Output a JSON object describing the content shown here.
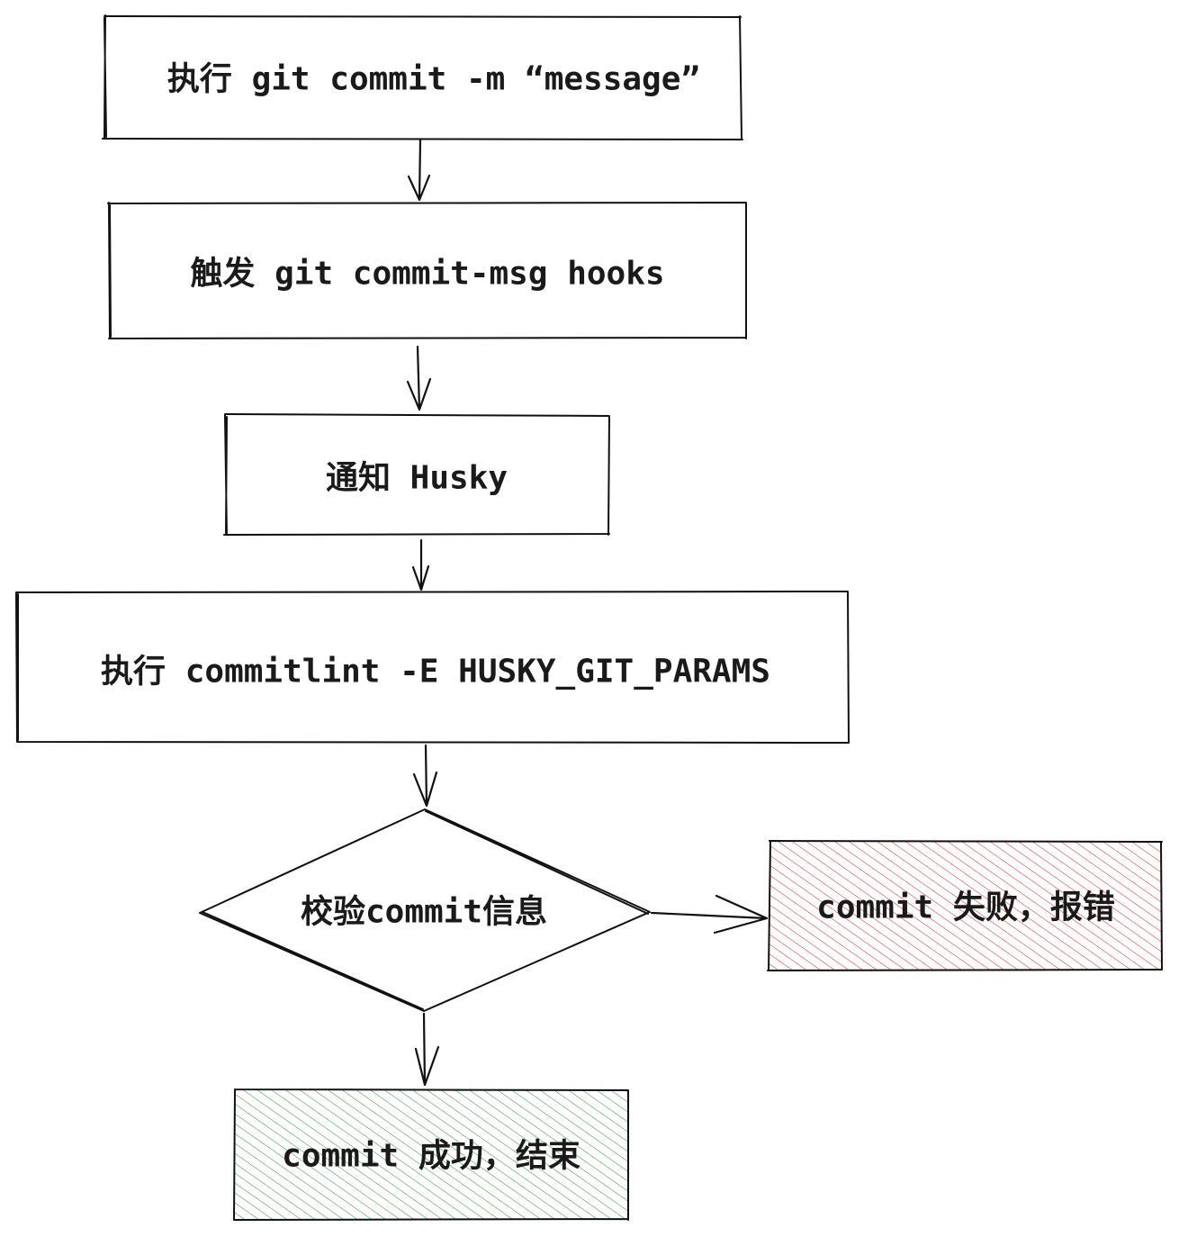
{
  "diagram": {
    "nodes": [
      {
        "id": "step-run-commit",
        "shape": "box",
        "fill": "none",
        "text": "执行 git commit -m “message”"
      },
      {
        "id": "step-trigger-hook",
        "shape": "box",
        "fill": "none",
        "text": "触发 git commit-msg hooks"
      },
      {
        "id": "step-notify-husky",
        "shape": "box",
        "fill": "none",
        "text": "通知 Husky"
      },
      {
        "id": "step-run-commitlint",
        "shape": "box",
        "fill": "none",
        "text": "执行 commitlint -E HUSKY_GIT_PARAMS"
      },
      {
        "id": "decision-validate",
        "shape": "diamond",
        "fill": "none",
        "text": "校验commit信息"
      },
      {
        "id": "result-fail",
        "shape": "box",
        "fill": "#e03131",
        "text": "commit 失败，报错"
      },
      {
        "id": "result-success",
        "shape": "box",
        "fill": "#2f9e44",
        "text": "commit 成功，结束"
      }
    ],
    "edges": [
      {
        "from": "step-run-commit",
        "to": "step-trigger-hook"
      },
      {
        "from": "step-trigger-hook",
        "to": "step-notify-husky"
      },
      {
        "from": "step-notify-husky",
        "to": "step-run-commitlint"
      },
      {
        "from": "step-run-commitlint",
        "to": "decision-validate"
      },
      {
        "from": "decision-validate",
        "to": "result-fail"
      },
      {
        "from": "decision-validate",
        "to": "result-success"
      }
    ]
  }
}
